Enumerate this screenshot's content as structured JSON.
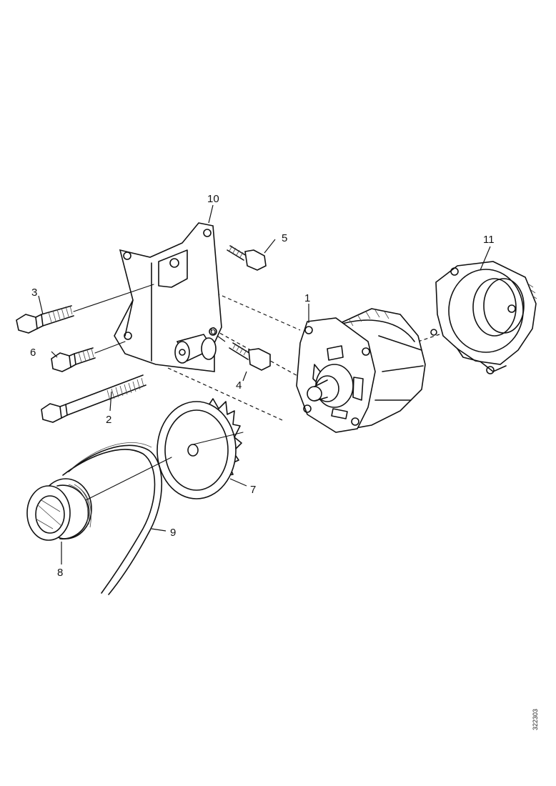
{
  "callouts": {
    "c1": "1",
    "c2": "2",
    "c3": "3",
    "c4": "4",
    "c5": "5",
    "c6a": "6",
    "c6b": "6",
    "c7": "7",
    "c8": "8",
    "c9": "9",
    "c10": "10",
    "c11": "11"
  },
  "reference_code": "322303"
}
